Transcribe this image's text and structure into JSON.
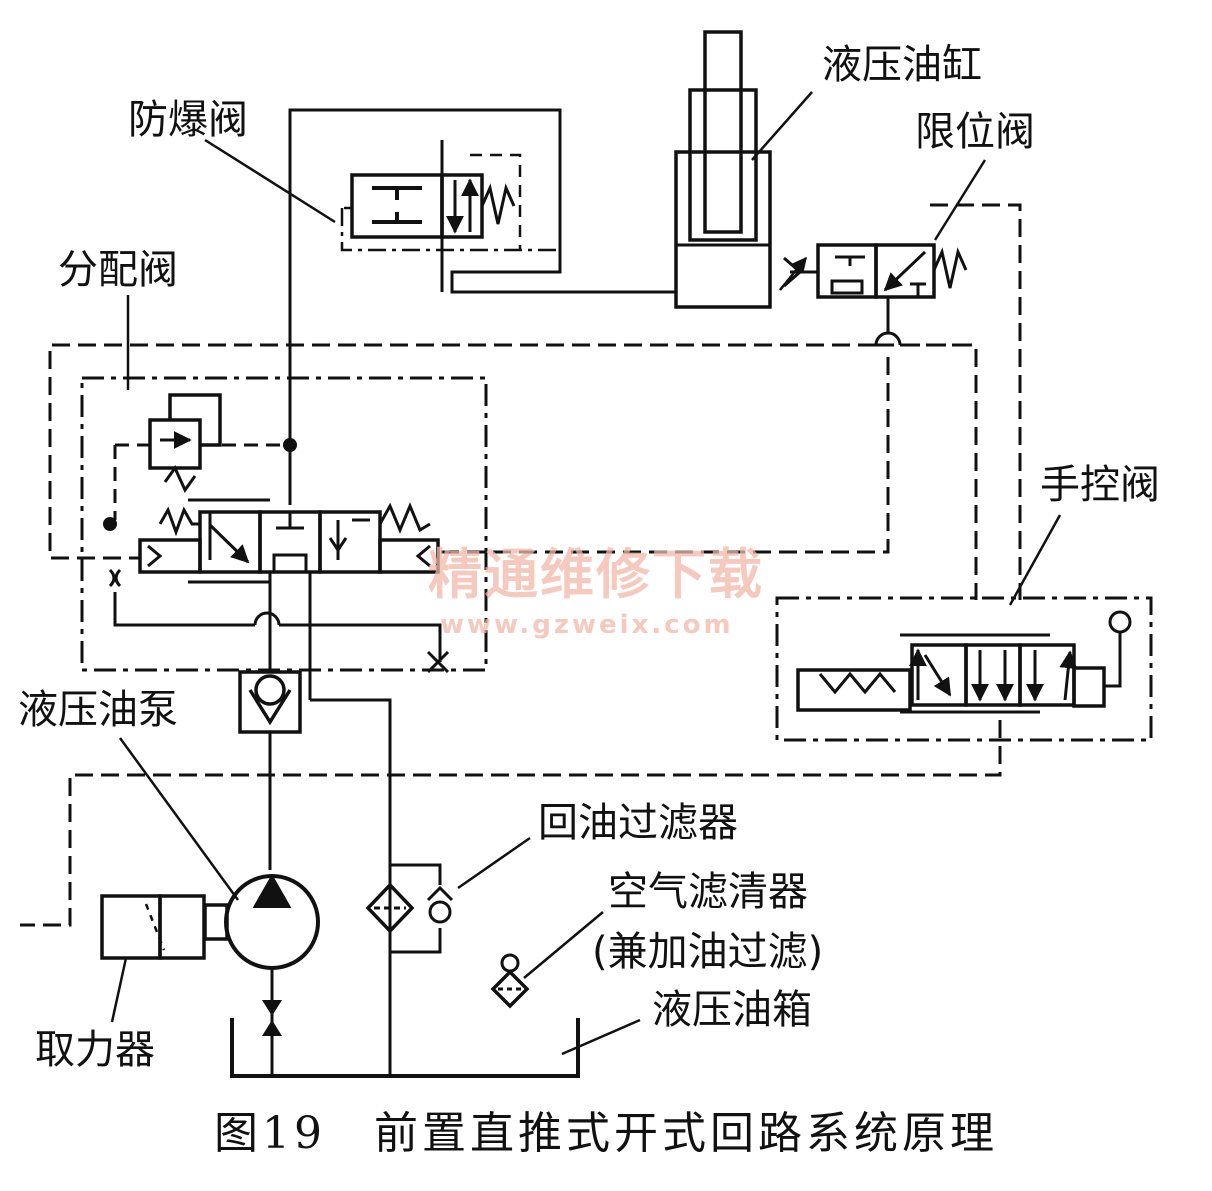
{
  "labels": {
    "cylinder": "液压油缸",
    "limit_valve": "限位阀",
    "explosion_valve": "防爆阀",
    "distribution_valve": "分配阀",
    "manual_valve": "手控阀",
    "pump": "液压油泵",
    "return_filter": "回油过滤器",
    "air_filter_1": "空气滤清器",
    "air_filter_2": "(兼加油过滤)",
    "tank": "液压油箱",
    "pto": "取力器"
  },
  "caption": "图19　前置直推式开式回路系统原理",
  "watermark": {
    "text": "精通维修下载",
    "url": "www.gzweix.com",
    "color": "#f2b8a8"
  },
  "colors": {
    "line": "#111111",
    "background": "#ffffff"
  }
}
